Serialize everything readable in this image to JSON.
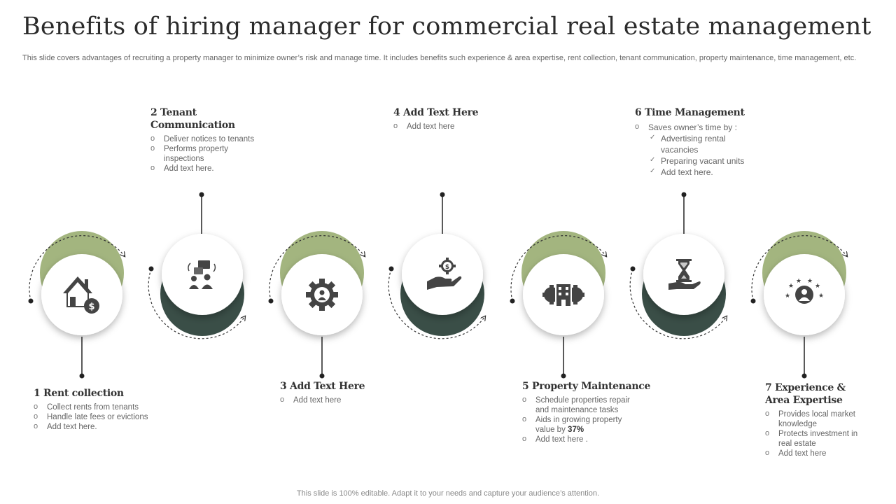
{
  "title": "Benefits of hiring manager for commercial real estate management",
  "subtitle": "This slide covers advantages of recruiting a property manager to minimize owner’s risk and manage time. It includes benefits such experience & area expertise, rent collection, tenant communication, property maintenance, time management, etc.",
  "footer": "This slide is 100% editable. Adapt it to your needs and capture your audience’s attention.",
  "colors": {
    "green": "#a3b57f",
    "dark": "#3a4e47"
  },
  "steps": [
    {
      "heading": "1 Rent collection",
      "icon": "house-dollar-icon",
      "items": [
        "Collect rents from tenants",
        "Handle late fees or evictions",
        "Add text here."
      ]
    },
    {
      "heading": "2 Tenant Communication",
      "icon": "tenant-communication-icon",
      "items": [
        "Deliver notices to tenants",
        "Performs property inspections",
        "Add text here."
      ]
    },
    {
      "heading": "3 Add Text Here",
      "icon": "gear-person-icon",
      "items": [
        "Add text here"
      ]
    },
    {
      "heading": "4 Add Text Here",
      "icon": "hand-gear-dollar-icon",
      "items": [
        "Add text here"
      ]
    },
    {
      "heading": "5 Property Maintenance",
      "icon": "building-gears-icon",
      "items": [
        "Schedule properties repair and maintenance tasks",
        "Aids in growing property value by",
        "Add text here ."
      ],
      "highlight": "37%"
    },
    {
      "heading": "6 Time Management",
      "icon": "hourglass-hand-icon",
      "items": [
        "Saves owner’s time by :"
      ],
      "subitems": [
        "Advertising rental vacancies",
        "Preparing vacant units",
        "Add text here."
      ]
    },
    {
      "heading": "7 Experience & Area Expertise",
      "icon": "expert-stars-icon",
      "items": [
        "Provides local market knowledge",
        "Protects investment in real estate",
        "Add text here"
      ]
    }
  ]
}
